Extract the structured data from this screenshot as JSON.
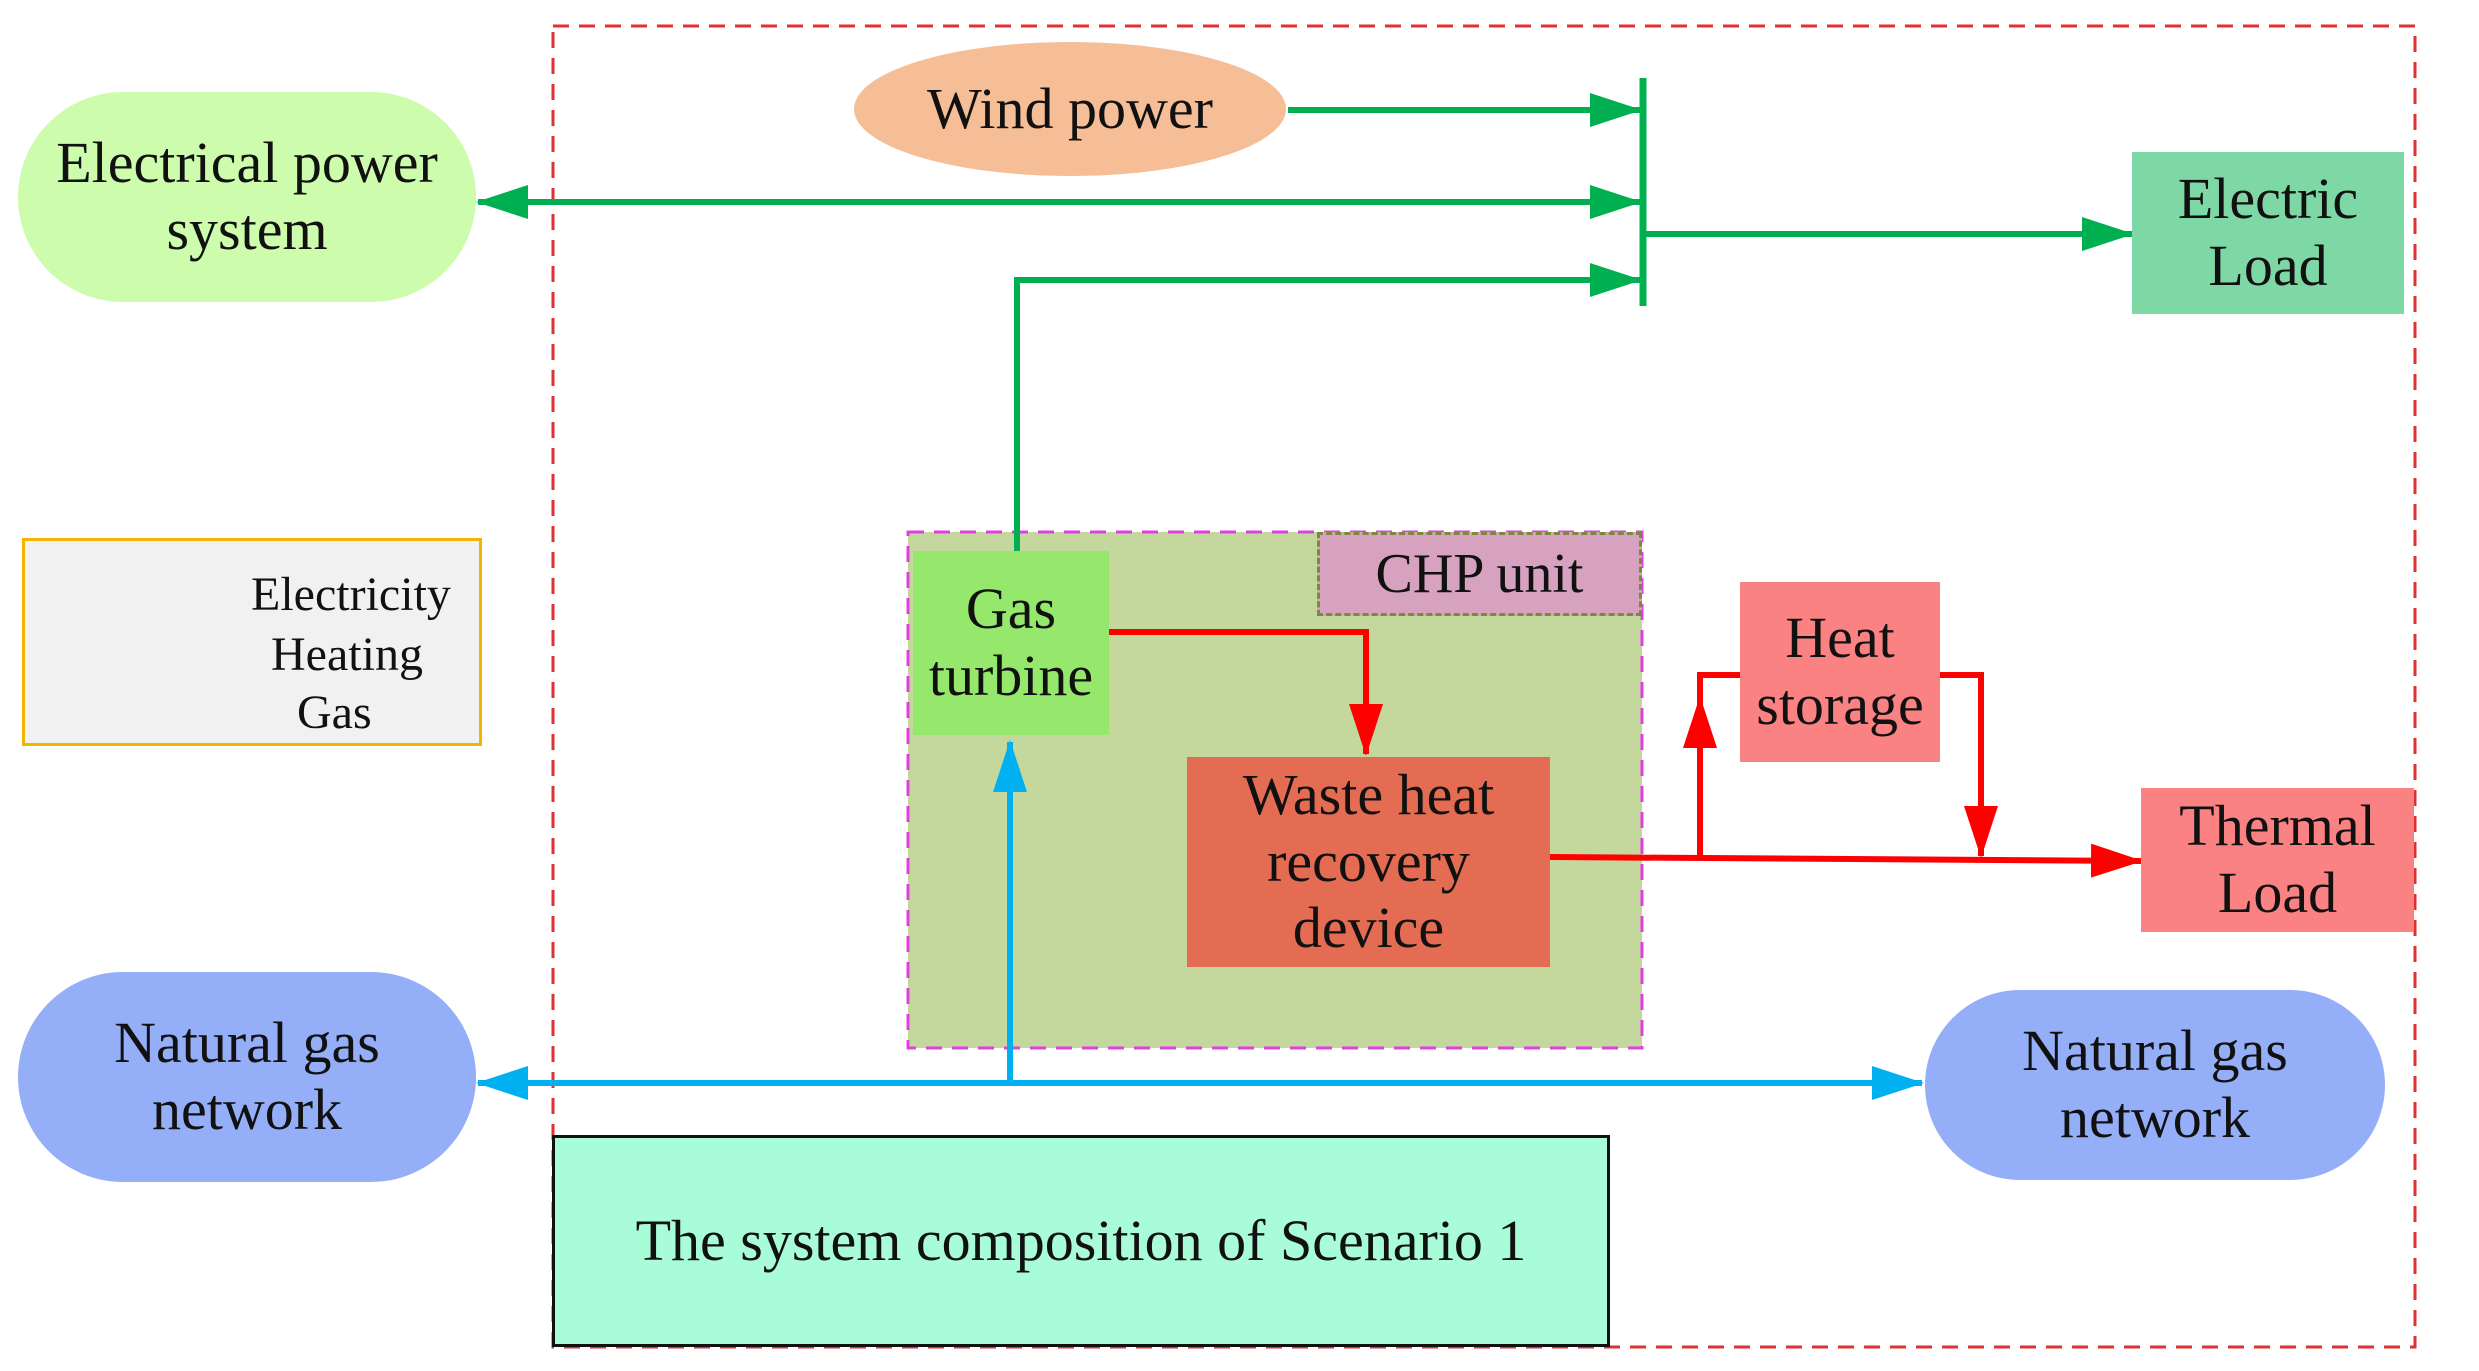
{
  "nodes": {
    "electrical_power_system": {
      "line1": "Electrical power",
      "line2": "system"
    },
    "wind_power": {
      "label": "Wind power"
    },
    "electric_load": {
      "line1": "Electric",
      "line2": "Load"
    },
    "chp_unit": {
      "label": "CHP unit"
    },
    "gas_turbine": {
      "line1": "Gas",
      "line2": "turbine"
    },
    "waste_heat_recovery": {
      "line1": "Waste heat",
      "line2": "recovery",
      "line3": "device"
    },
    "heat_storage": {
      "line1": "Heat",
      "line2": "storage"
    },
    "thermal_load": {
      "line1": "Thermal",
      "line2": "Load"
    },
    "natural_gas_left": {
      "line1": "Natural gas",
      "line2": "network"
    },
    "natural_gas_right": {
      "line1": "Natural gas",
      "line2": "network"
    }
  },
  "legend": {
    "electricity": "Electricity",
    "heating": "Heating",
    "gas": "Gas"
  },
  "caption": "The system composition of Scenario 1",
  "colors": {
    "electricity": "#00b050",
    "heating": "#ff0000",
    "gas": "#00b0f0",
    "scenario_border": "#e03030",
    "chp_border": "#e040e0"
  }
}
